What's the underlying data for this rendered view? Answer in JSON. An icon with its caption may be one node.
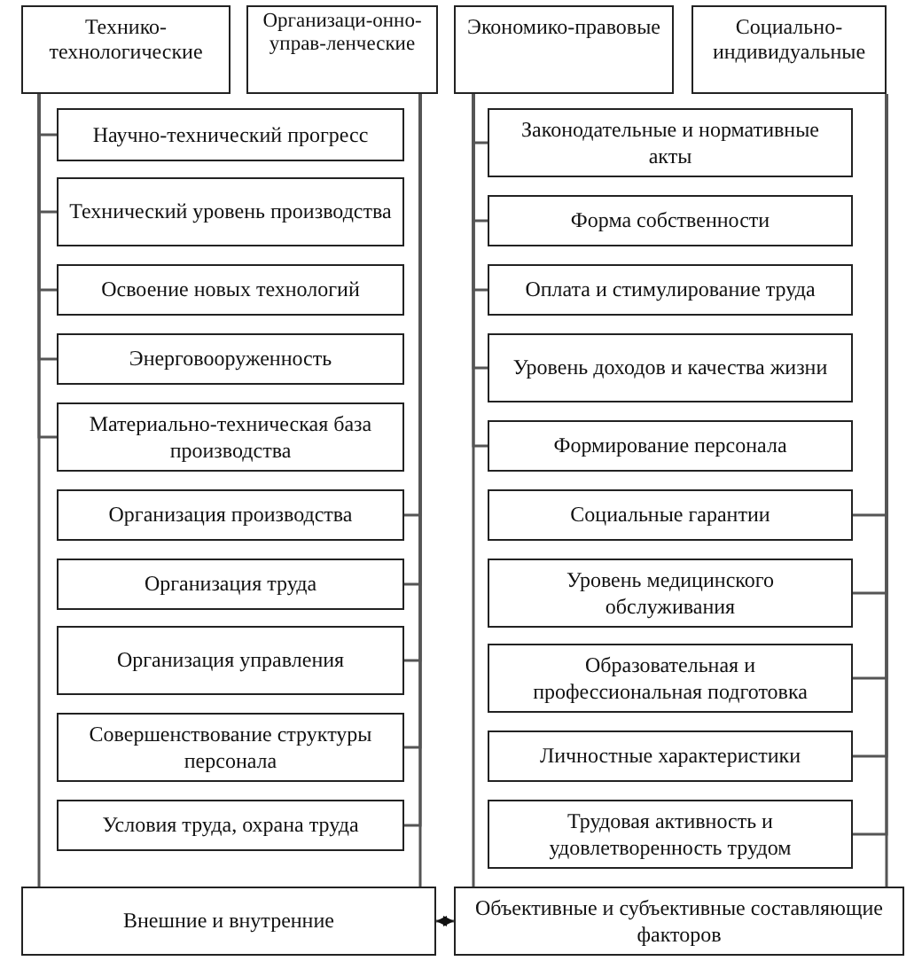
{
  "diagram": {
    "nodes": [
      {
        "text": [
          "Технико-технологические"
        ]
      },
      {
        "text": [
          "Организаци-онно-управ-ленческие"
        ]
      },
      {
        "text": [
          "Экономико-правовые"
        ]
      },
      {
        "text": [
          "Социально-индивидуальные"
        ]
      },
      {
        "text": [
          "Научно-технический прогресс"
        ]
      },
      {
        "text": [
          "Технический уровень производства"
        ]
      },
      {
        "text": [
          "Освоение новых технологий"
        ]
      },
      {
        "text": [
          "Энерговооруженность"
        ]
      },
      {
        "text": [
          "Материально-техническая база производства"
        ]
      },
      {
        "text": [
          "Организация производства"
        ]
      },
      {
        "text": [
          "Организация труда"
        ]
      },
      {
        "text": [
          "Организация управления"
        ]
      },
      {
        "text": [
          "Совершенствование структуры персонала"
        ]
      },
      {
        "text": [
          "Условия труда, охрана труда"
        ]
      },
      {
        "text": [
          "Законодательные и нормативные акты"
        ]
      },
      {
        "text": [
          "Форма собственности"
        ]
      },
      {
        "text": [
          "Оплата и стимулирование труда"
        ]
      },
      {
        "text": [
          "Уровень доходов и качества жизни"
        ]
      },
      {
        "text": [
          "Формирование персонала"
        ]
      },
      {
        "text": [
          "Социальные гарантии"
        ]
      },
      {
        "text": [
          "Уровень медицинского обслуживания"
        ]
      },
      {
        "text": [
          "Образовательная и профессиональная подготовка"
        ]
      },
      {
        "text": [
          "Личностные характеристики"
        ]
      },
      {
        "text": [
          "Трудовая активность и удовлетворенность трудом"
        ]
      },
      {
        "text": [
          "Внешние и внутренние"
        ]
      },
      {
        "text": [
          "Объективные и субъективные составляющие факторов"
        ]
      }
    ],
    "edges": [
      {
        "from": 0,
        "to": 4,
        "arrow": "none"
      },
      {
        "from": 0,
        "to": 5,
        "arrow": "none"
      },
      {
        "from": 0,
        "to": 6,
        "arrow": "none"
      },
      {
        "from": 0,
        "to": 7,
        "arrow": "none"
      },
      {
        "from": 0,
        "to": 8,
        "arrow": "none"
      },
      {
        "from": 1,
        "to": 9,
        "arrow": "none"
      },
      {
        "from": 1,
        "to": 10,
        "arrow": "none"
      },
      {
        "from": 1,
        "to": 11,
        "arrow": "none"
      },
      {
        "from": 1,
        "to": 12,
        "arrow": "none"
      },
      {
        "from": 1,
        "to": 13,
        "arrow": "none"
      },
      {
        "from": 2,
        "to": 14,
        "arrow": "none"
      },
      {
        "from": 2,
        "to": 15,
        "arrow": "none"
      },
      {
        "from": 2,
        "to": 16,
        "arrow": "none"
      },
      {
        "from": 2,
        "to": 17,
        "arrow": "none"
      },
      {
        "from": 2,
        "to": 18,
        "arrow": "none"
      },
      {
        "from": 3,
        "to": 19,
        "arrow": "none"
      },
      {
        "from": 3,
        "to": 20,
        "arrow": "none"
      },
      {
        "from": 3,
        "to": 21,
        "arrow": "none"
      },
      {
        "from": 3,
        "to": 22,
        "arrow": "none"
      },
      {
        "from": 3,
        "to": 23,
        "arrow": "none"
      },
      {
        "from": 0,
        "to": 24,
        "arrow": "none"
      },
      {
        "from": 1,
        "to": 24,
        "arrow": "none"
      },
      {
        "from": 2,
        "to": 25,
        "arrow": "none"
      },
      {
        "from": 3,
        "to": 25,
        "arrow": "none"
      },
      {
        "from": 24,
        "to": 25,
        "arrow": "both"
      }
    ]
  }
}
